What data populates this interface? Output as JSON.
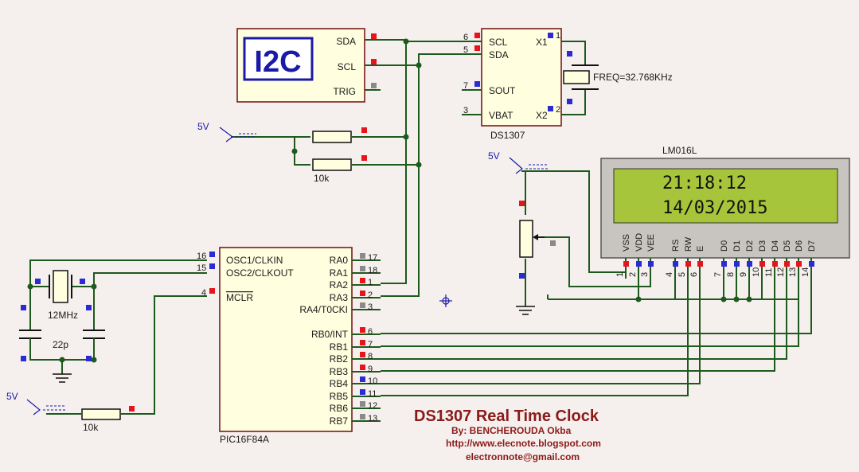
{
  "title": "DS1307 Real Time Clock",
  "credits": {
    "author": "By:  BENCHEROUDA  Okba",
    "url": "http://www.elecnote.blogspot.com",
    "email": "electronnote@gmail.com"
  },
  "i2c": {
    "logo": "I2C",
    "pins": [
      "SDA",
      "SCL",
      "TRIG"
    ]
  },
  "rtc": {
    "name": "DS1307",
    "left_pins": [
      "SCL",
      "SDA",
      "SOUT",
      "VBAT"
    ],
    "left_nums": [
      "6",
      "5",
      "7",
      "3"
    ],
    "right_pins": [
      "X1",
      "X2"
    ],
    "right_nums": [
      "1",
      "2"
    ],
    "crystal_label": "FREQ=32.768KHz"
  },
  "lcd": {
    "name": "LM016L",
    "line1": "21:18:12",
    "line2": "14/03/2015",
    "pins": [
      "VSS",
      "VDD",
      "VEE",
      "RS",
      "RW",
      "E",
      "D0",
      "D1",
      "D2",
      "D3",
      "D4",
      "D5",
      "D6",
      "D7"
    ],
    "nums": [
      "1",
      "2",
      "3",
      "4",
      "5",
      "6",
      "7",
      "8",
      "9",
      "10",
      "11",
      "12",
      "13",
      "14"
    ],
    "screen_color": "#a7c53a"
  },
  "mcu": {
    "name": "PIC16F84A",
    "left_pins": [
      "OSC1/CLKIN",
      "OSC2/CLKOUT",
      "MCLR"
    ],
    "left_nums": [
      "16",
      "15",
      "4"
    ],
    "right_pins": [
      "RA0",
      "RA1",
      "RA2",
      "RA3",
      "RA4/T0CKI",
      "RB0/INT",
      "RB1",
      "RB2",
      "RB3",
      "RB4",
      "RB5",
      "RB6",
      "RB7"
    ],
    "right_nums": [
      "17",
      "18",
      "1",
      "2",
      "3",
      "6",
      "7",
      "8",
      "9",
      "10",
      "11",
      "12",
      "13"
    ]
  },
  "passives": {
    "pullup_resistor": "10k",
    "mclr_resistor": "10k",
    "crystal": "12MHz",
    "capacitor": "22p"
  },
  "power_labels": [
    "5V",
    "5V",
    "5V"
  ],
  "colors": {
    "wire": "#1e5a1e",
    "component_outline": "#7a1a1a",
    "component_fill": "#ffffe0",
    "title": "#8b1a1a",
    "label_blue": "#1a1aa8"
  }
}
